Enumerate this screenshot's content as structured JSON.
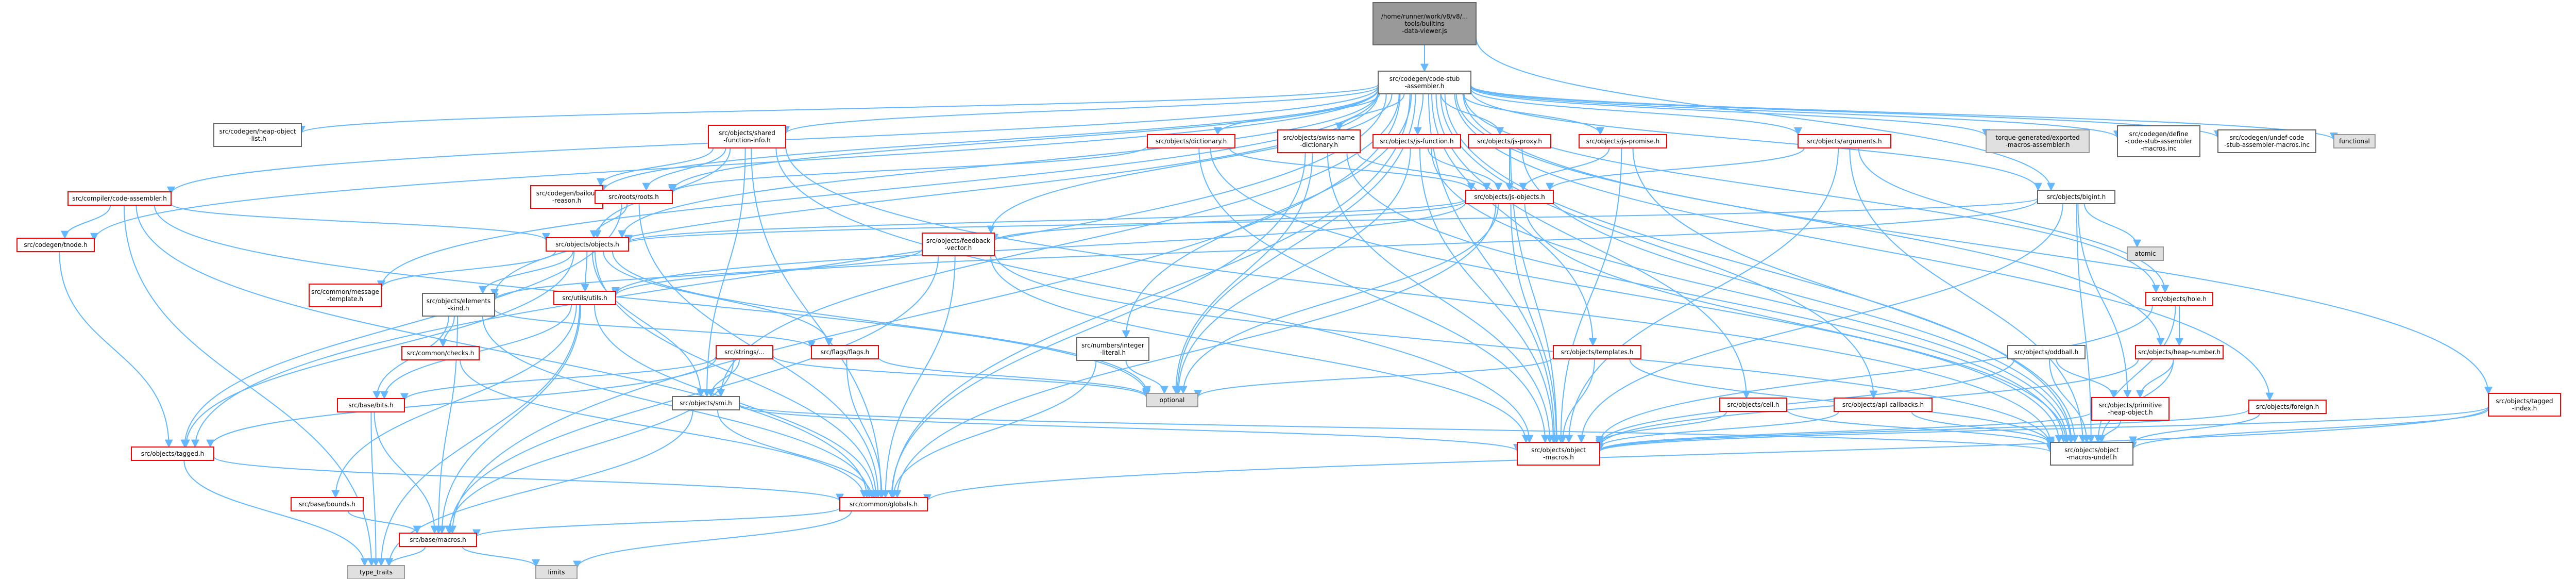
{
  "colors": {
    "edge": "#63b8ff",
    "node_fill": "#ffffff",
    "node_border_red": "#ff0000",
    "node_border_gray": "#999999",
    "node_fill_root": "#999999",
    "node_fill_gray": "#e0e0e0",
    "node_border_black": "#666666"
  },
  "nodes": [
    {
      "id": "root",
      "label": "/home/runner/work/v8/v8/...\ntools/builtins\n-data-viewer.js",
      "style": "root"
    },
    {
      "id": "stub",
      "label": "src/codegen/code-stub\n-assembler.h",
      "style": "normal"
    },
    {
      "id": "hoi",
      "label": "src/codegen/heap-object\n-list.h",
      "style": "normal"
    },
    {
      "id": "ca",
      "label": "src/compiler/code-assembler.h",
      "style": "red"
    },
    {
      "id": "tnode",
      "label": "src/codegen/tnode.h",
      "style": "red"
    },
    {
      "id": "sfi",
      "label": "src/objects/shared\n-function-info.h",
      "style": "red"
    },
    {
      "id": "bailout",
      "label": "src/codegen/bailout\n-reason.h",
      "style": "red"
    },
    {
      "id": "roots",
      "label": "src/roots/roots.h",
      "style": "red"
    },
    {
      "id": "dict",
      "label": "src/objects/dictionary.h",
      "style": "red"
    },
    {
      "id": "swiss",
      "label": "src/objects/swiss-name\n-dictionary.h",
      "style": "red"
    },
    {
      "id": "jsfunc",
      "label": "src/objects/js-function.h",
      "style": "red"
    },
    {
      "id": "jsproxy",
      "label": "src/objects/js-proxy.h",
      "style": "red"
    },
    {
      "id": "jspromise",
      "label": "src/objects/js-promise.h",
      "style": "red"
    },
    {
      "id": "jsobj",
      "label": "src/objects/js-objects.h",
      "style": "red"
    },
    {
      "id": "args",
      "label": "src/objects/arguments.h",
      "style": "red"
    },
    {
      "id": "torque",
      "label": "torque-generated/exported\n-macros-assembler.h",
      "style": "gray"
    },
    {
      "id": "define",
      "label": "src/codegen/define\n-code-stub-assembler\n-macros.inc",
      "style": "normal"
    },
    {
      "id": "undef",
      "label": "src/codegen/undef-code\n-stub-assembler-macros.inc",
      "style": "normal"
    },
    {
      "id": "functional",
      "label": "functional",
      "style": "gray"
    },
    {
      "id": "bigint",
      "label": "src/objects/bigint.h",
      "style": "normal"
    },
    {
      "id": "atomic",
      "label": "atomic",
      "style": "gray"
    },
    {
      "id": "objects",
      "label": "src/objects/objects.h",
      "style": "red"
    },
    {
      "id": "fbv",
      "label": "src/objects/feedback\n-vector.h",
      "style": "red"
    },
    {
      "id": "msgtpl",
      "label": "src/common/message\n-template.h",
      "style": "red"
    },
    {
      "id": "elkind",
      "label": "src/objects/elements\n-kind.h",
      "style": "normal"
    },
    {
      "id": "utils",
      "label": "src/utils/utils.h",
      "style": "red"
    },
    {
      "id": "checks",
      "label": "src/common/checks.h",
      "style": "red"
    },
    {
      "id": "flags",
      "label": "src/flags/flags.h",
      "style": "red"
    },
    {
      "id": "strg",
      "label": "src/strings/...",
      "style": "red"
    },
    {
      "id": "numint",
      "label": "src/numbers/integer\n-literal.h",
      "style": "normal"
    },
    {
      "id": "templates",
      "label": "src/objects/templates.h",
      "style": "red"
    },
    {
      "id": "optional",
      "label": "optional",
      "style": "gray"
    },
    {
      "id": "bits",
      "label": "src/base/bits.h",
      "style": "red"
    },
    {
      "id": "smi",
      "label": "src/objects/smi.h",
      "style": "normal"
    },
    {
      "id": "tagged",
      "label": "src/objects/tagged.h",
      "style": "red"
    },
    {
      "id": "cell",
      "label": "src/objects/cell.h",
      "style": "red"
    },
    {
      "id": "apicb",
      "label": "src/objects/api-callbacks.h",
      "style": "red"
    },
    {
      "id": "objmacros",
      "label": "src/objects/object\n-macros.h",
      "style": "red"
    },
    {
      "id": "oddball",
      "label": "src/objects/oddball.h",
      "style": "normal"
    },
    {
      "id": "hole",
      "label": "src/objects/hole.h",
      "style": "red"
    },
    {
      "id": "heapnum",
      "label": "src/objects/heap-number.h",
      "style": "red"
    },
    {
      "id": "primheap",
      "label": "src/objects/primitive\n-heap-object.h",
      "style": "red"
    },
    {
      "id": "foreign",
      "label": "src/objects/foreign.h",
      "style": "red"
    },
    {
      "id": "taggedidx",
      "label": "src/objects/tagged\n-index.h",
      "style": "red"
    },
    {
      "id": "objundef",
      "label": "src/objects/object\n-macros-undef.h",
      "style": "normal"
    },
    {
      "id": "bounds",
      "label": "src/base/bounds.h",
      "style": "red"
    },
    {
      "id": "globals",
      "label": "src/common/globals.h",
      "style": "red"
    },
    {
      "id": "macros",
      "label": "src/base/macros.h",
      "style": "red"
    },
    {
      "id": "typetraits",
      "label": "type_traits",
      "style": "gray"
    },
    {
      "id": "limits",
      "label": "limits",
      "style": "gray"
    }
  ]
}
